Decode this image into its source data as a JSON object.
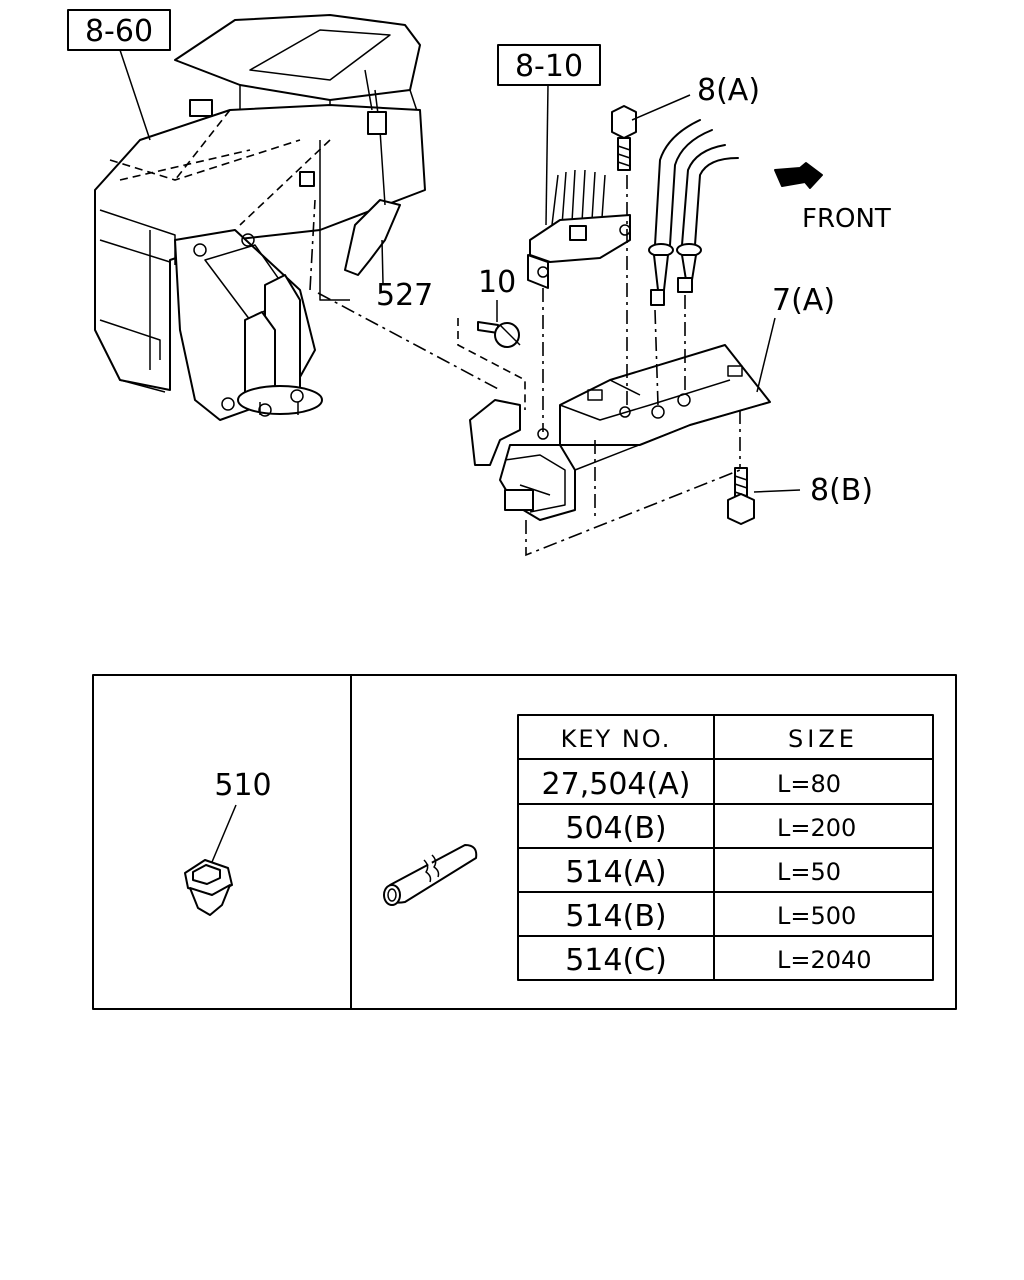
{
  "callouts": {
    "ref_8_60": "8-60",
    "ref_8_10": "8-10",
    "part_8a": "8(A)",
    "part_8b": "8(B)",
    "part_7a": "7(A)",
    "part_527": "527",
    "part_10": "10",
    "part_510": "510",
    "front": "FRONT"
  },
  "size_table": {
    "headers": [
      "KEY NO.",
      "SIZE"
    ],
    "rows": [
      {
        "key": "27,504(A)",
        "size": "L=80"
      },
      {
        "key": "504(B)",
        "size": "L=200"
      },
      {
        "key": "514(A)",
        "size": "L=50"
      },
      {
        "key": "514(B)",
        "size": "L=500"
      },
      {
        "key": "514(C)",
        "size": "L=2040"
      }
    ]
  },
  "icons": [
    "arrow-front-icon",
    "bolt-icon",
    "screw-icon",
    "clip-icon",
    "tube-icon"
  ]
}
